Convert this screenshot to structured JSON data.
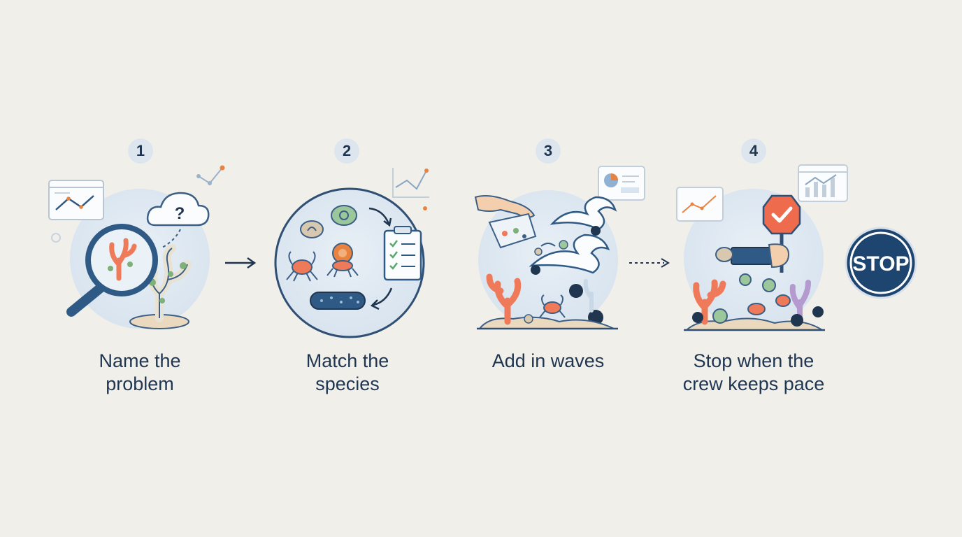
{
  "steps": [
    {
      "number": "1",
      "caption_lines": [
        "Name the",
        "problem"
      ]
    },
    {
      "number": "2",
      "caption_lines": [
        "Match the",
        "species"
      ]
    },
    {
      "number": "3",
      "caption_lines": [
        "Add in waves"
      ]
    },
    {
      "number": "4",
      "caption_lines": [
        "Stop when the",
        "crew keeps pace"
      ]
    }
  ],
  "stop_sign": {
    "label": "STOP",
    "color": "#1e4470"
  },
  "problem_mark": "?",
  "icons": {
    "step1": [
      "line-chart-icon",
      "cloud-question-icon",
      "magnifier-icon",
      "coral-icon"
    ],
    "step2": [
      "snail-icon",
      "hermit-crab-icon",
      "crab-icon",
      "sea-cucumber-icon",
      "clipboard-checklist-icon"
    ],
    "step3": [
      "hand-icon",
      "bag-icon",
      "wave-icon",
      "urchin-icon",
      "pie-chart-icon"
    ],
    "step4": [
      "line-chart-icon",
      "bar-chart-icon",
      "check-sign-icon",
      "hand-holding-snail-icon",
      "coral-icon"
    ]
  },
  "colors": {
    "background": "#f1efea",
    "ink": "#1f3550",
    "circle_fill": "#dde7f1",
    "coral": "#ef7a5a",
    "accent_orange": "#e9823f",
    "green": "#7fb07a",
    "navy": "#1e4470"
  }
}
